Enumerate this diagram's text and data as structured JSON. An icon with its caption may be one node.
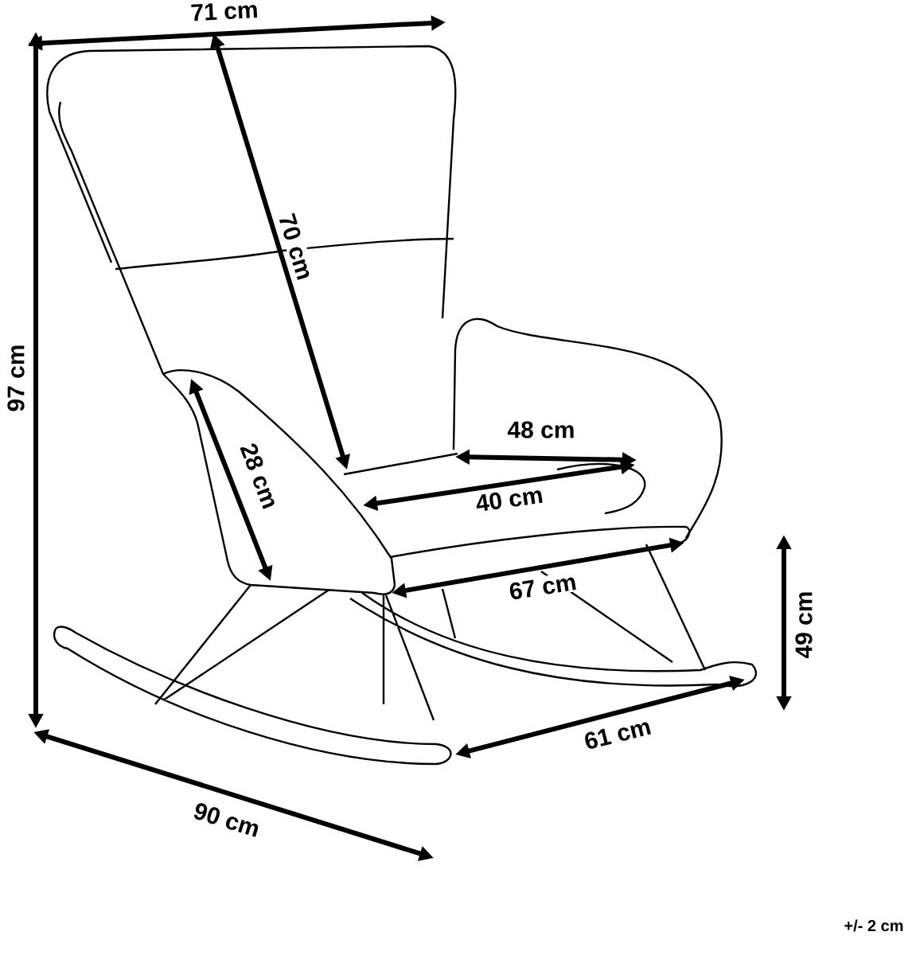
{
  "diagram": {
    "labels": [
      "71 cm",
      "70 cm",
      "97 cm",
      "28 cm",
      "48 cm",
      "40 cm",
      "67 cm",
      "49 cm",
      "61 cm",
      "90 cm",
      "+/- 2 cm"
    ]
  }
}
